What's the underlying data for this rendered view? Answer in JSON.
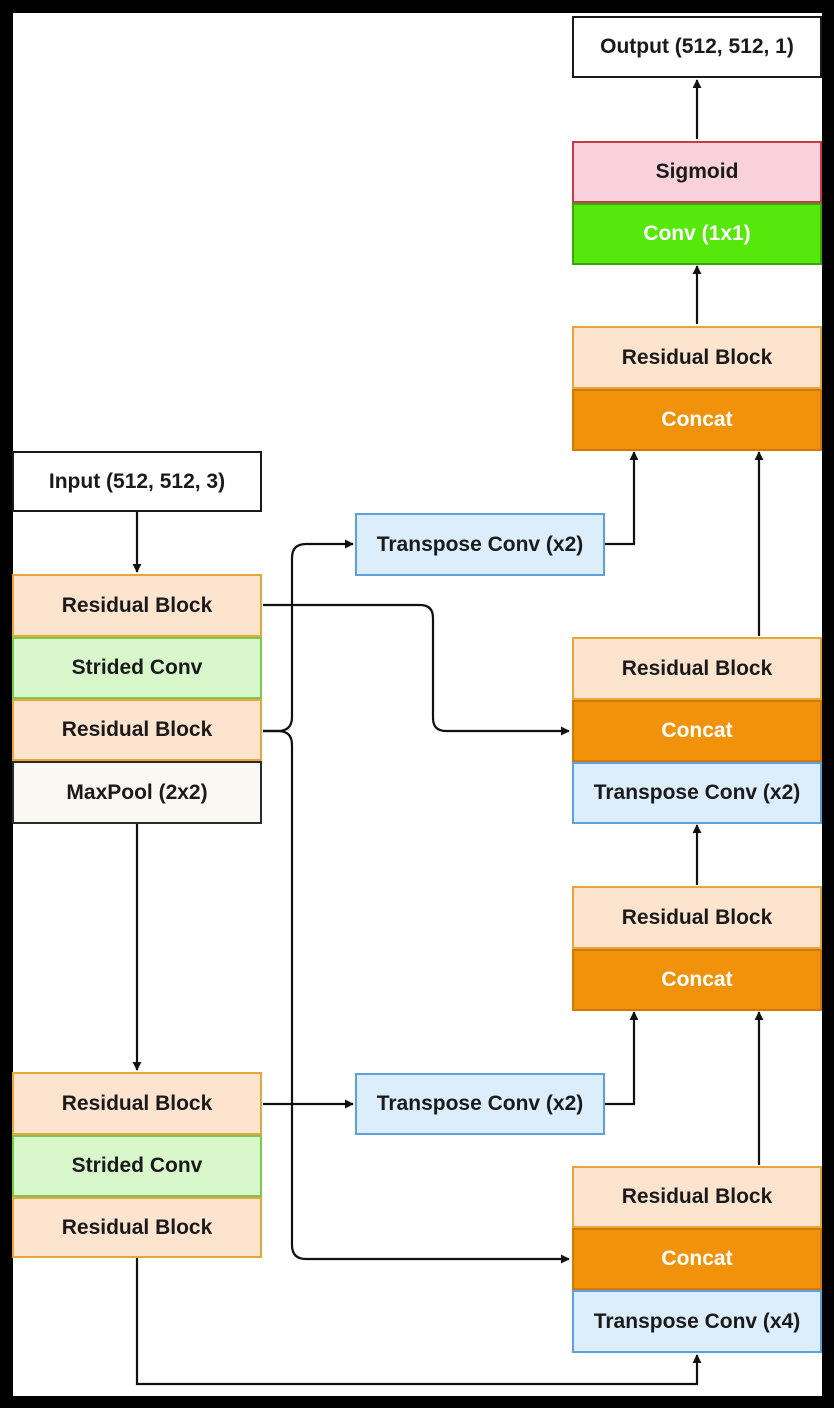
{
  "colors": {
    "page_border": "#000000",
    "background": "#ffffff",
    "residual_fill": "#fde4cf",
    "residual_border": "#e7a63a",
    "strided_fill": "#d8f8cc",
    "strided_border": "#78c950",
    "maxpool_fill": "#f9f8f2",
    "maxpool_border": "#2b2b2b",
    "transpose_fill": "#dcedfb",
    "transpose_border": "#5ea0dc",
    "concat_fill": "#f1930a",
    "concat_border": "#cf7a06",
    "conv1x1_fill": "#55e80a",
    "conv1x1_border": "#3aa608",
    "sigmoid_fill": "#f9d1dd",
    "sigmoid_border": "#c63b49",
    "io_fill": "#ffffff",
    "io_border": "#1a1a1a",
    "arrow": "#111111"
  },
  "nodes": {
    "input": "Input (512, 512, 3)",
    "output": "Output (512, 512, 1)",
    "enc1": [
      "Residual Block",
      "Strided Conv",
      "Residual Block",
      "MaxPool (2x2)"
    ],
    "enc2": [
      "Residual Block",
      "Strided Conv",
      "Residual Block"
    ],
    "up_a": "Transpose Conv (x2)",
    "up_b": "Transpose Conv (x2)",
    "dec_top": [
      "Residual Block",
      "Concat"
    ],
    "dec_mid": [
      "Residual Block",
      "Concat",
      "Transpose Conv (x2)"
    ],
    "dec_low": [
      "Residual Block",
      "Concat"
    ],
    "dec_bottom": [
      "Residual Block",
      "Concat",
      "Transpose Conv (x4)"
    ],
    "head": [
      "Sigmoid",
      "Conv (1x1)"
    ]
  }
}
